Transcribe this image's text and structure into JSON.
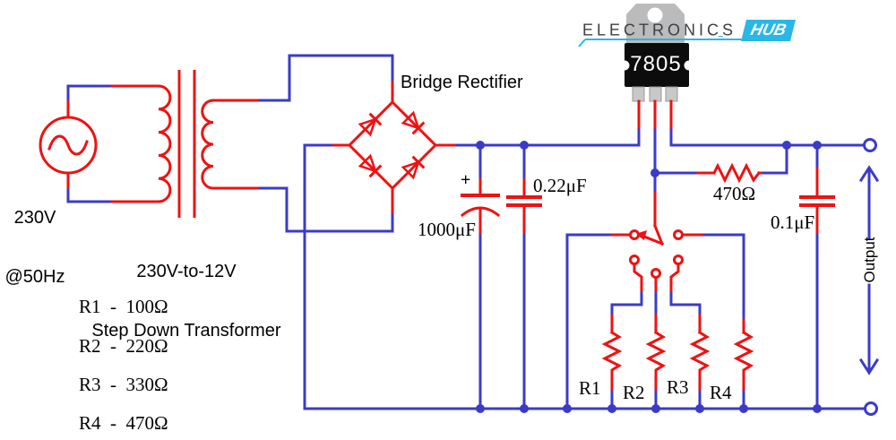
{
  "logo": {
    "brand": "ELECTRONICS",
    "suffix": "HUB"
  },
  "source": {
    "line1": "230V",
    "line2": "@50Hz"
  },
  "transformer": {
    "line1": "230V-to-12V",
    "line2": "Step Down Transformer"
  },
  "bridge": {
    "label": "Bridge Rectifier"
  },
  "regulator": {
    "part_number": "7805"
  },
  "capacitors": {
    "smoothing": {
      "value": "1000μF",
      "polarity": "+"
    },
    "input": {
      "value": "0.22μF"
    },
    "output": {
      "value": "0.1μF"
    }
  },
  "resistors": {
    "adjust": {
      "value": "470Ω"
    },
    "r1": "R1",
    "r2": "R2",
    "r3": "R3",
    "r4": "R4"
  },
  "legend": {
    "items": [
      "R1  -  100Ω",
      "R2  -  220Ω",
      "R3  -  330Ω",
      "R4  -  470Ω"
    ]
  },
  "output": {
    "label": "Output"
  },
  "colors": {
    "wire_red": "#ee1212",
    "wire_blue": "#3b3bc9",
    "logo_cyan": "#29b7e8",
    "chip_body": "#0c0c0c",
    "chip_tab": "#bbbbbb"
  }
}
